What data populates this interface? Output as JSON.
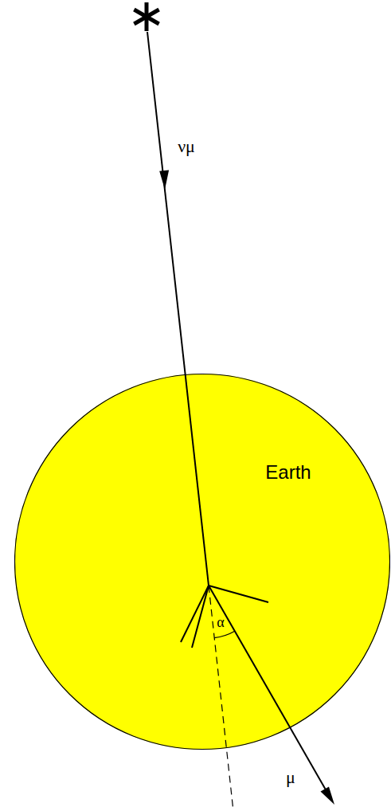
{
  "diagram": {
    "nodes": [
      {
        "text": [
          "Earth"
        ]
      }
    ],
    "labels": [
      "νμ",
      "α",
      "μ"
    ]
  }
}
